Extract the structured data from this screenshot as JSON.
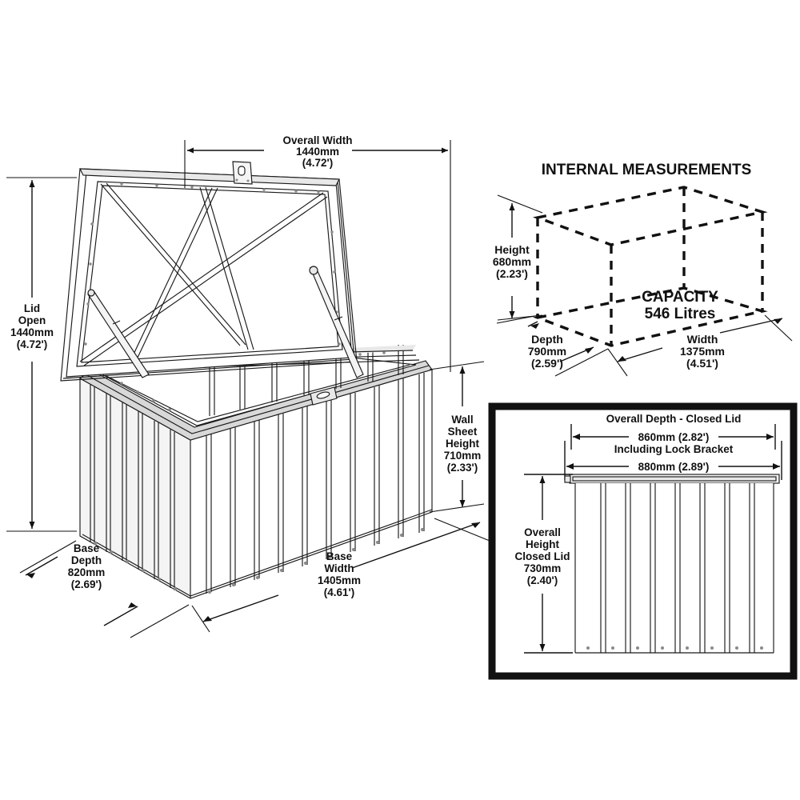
{
  "diagram": {
    "title_internal": "INTERNAL MEASUREMENTS",
    "capacity_label": "CAPACITY",
    "capacity_value": "546 Litres"
  },
  "main_view": {
    "overall_width": {
      "name": "Overall Width",
      "mm": "1440mm",
      "ft": "(4.72')"
    },
    "lid_open": {
      "l1": "Lid",
      "l2": "Open",
      "mm": "1440mm",
      "ft": "(4.72')"
    },
    "wall_sheet_height": {
      "l1": "Wall",
      "l2": "Sheet",
      "l3": "Height",
      "mm": "710mm",
      "ft": "(2.33')"
    },
    "base_depth": {
      "l1": "Base",
      "l2": "Depth",
      "mm": "820mm",
      "ft": "(2.69')"
    },
    "base_width": {
      "l1": "Base",
      "l2": "Width",
      "mm": "1405mm",
      "ft": "(4.61')"
    }
  },
  "internal_view": {
    "height": {
      "label": "Height",
      "mm": "680mm",
      "ft": "(2.23')"
    },
    "depth": {
      "label": "Depth",
      "mm": "790mm",
      "ft": "(2.59')"
    },
    "width": {
      "label": "Width",
      "mm": "1375mm",
      "ft": "(4.51')"
    }
  },
  "side_view": {
    "overall_depth_title": "Overall Depth - Closed Lid",
    "overall_depth_value": "860mm (2.82')",
    "lock_bracket_title": "Including Lock Bracket",
    "lock_bracket_value": "880mm (2.89')",
    "overall_height": {
      "l1": "Overall",
      "l2": "Height",
      "l3": "Closed Lid",
      "mm": "730mm",
      "ft": "(2.40')"
    }
  },
  "colors": {
    "ink": "#111111",
    "line": "#1a1a1a",
    "panel_border": "#111111",
    "screw": "#8a8a8a"
  }
}
